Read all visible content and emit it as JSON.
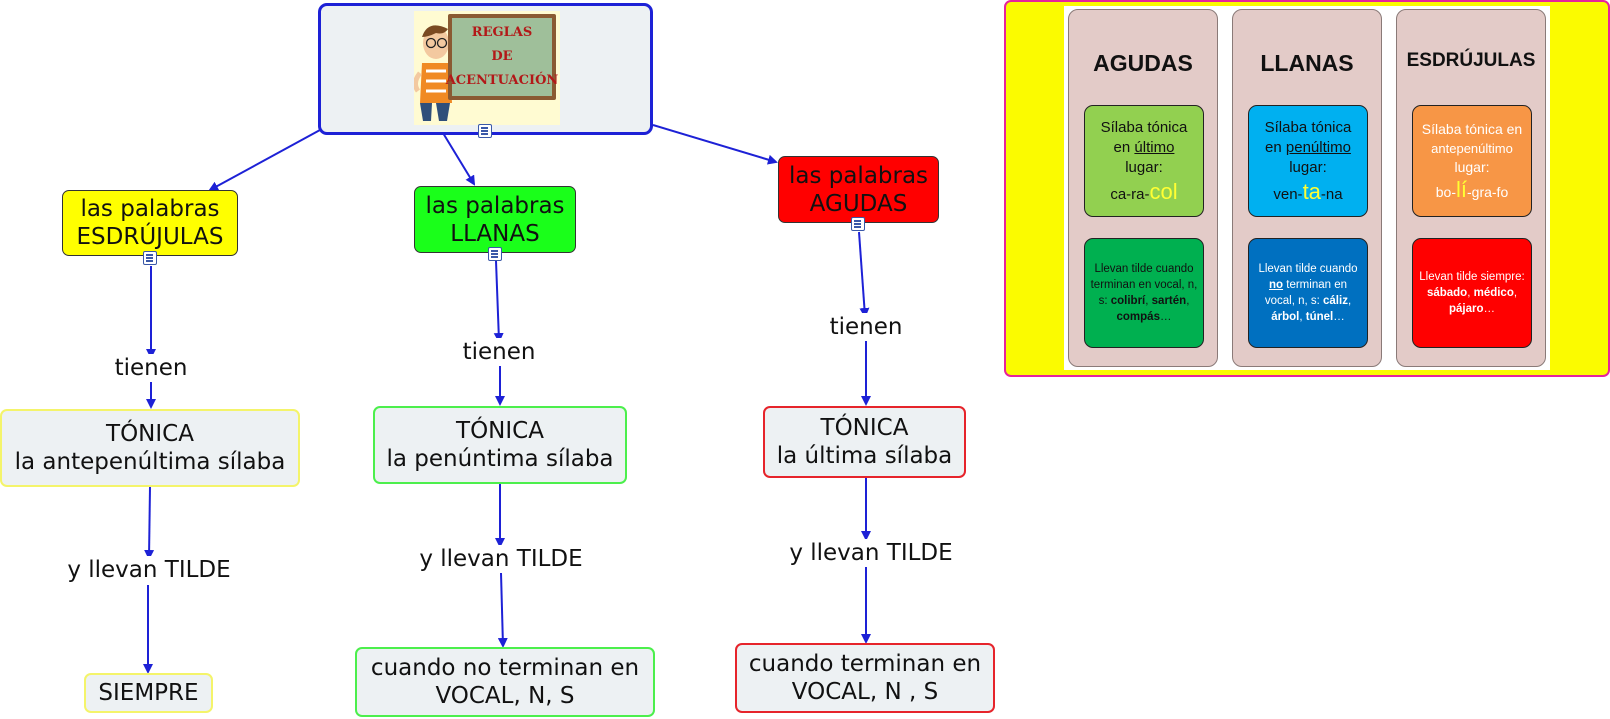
{
  "root": {
    "image_text": [
      "REGLAS",
      "DE",
      "ACENTUACIÓN"
    ]
  },
  "categories": {
    "esdrujulas": "las palabras\nESDRÚJULAS",
    "llanas": "las palabras\nLLANAS",
    "agudas": "las palabras\nAGUDAS"
  },
  "links": {
    "tienen": "tienen",
    "llevan_tilde": "y llevan TILDE"
  },
  "tonica": {
    "esdrujulas": "TÓNICA\nla antepenúltima sílaba",
    "llanas": "TÓNICA\nla penúntima sílaba",
    "agudas": "TÓNICA\nla última sílaba"
  },
  "when": {
    "esdrujulas": "SIEMPRE",
    "llanas": "cuando no terminan en\nVOCAL, N, S",
    "agudas": "cuando terminan en\nVOCAL, N , S"
  },
  "colors": {
    "arrow": "#1d21d6",
    "esdrujulas": "#ffff00",
    "llanas": "#1aff1a",
    "agudas": "#ff0000",
    "panel_border": "#e6239d",
    "panel_bg": "#fbfb00"
  },
  "panel": {
    "columns": [
      {
        "title": "AGUDAS",
        "top_lines": [
          "Sílaba tónica",
          "en ",
          "último",
          " lugar:"
        ],
        "example": [
          "ca-ra-",
          "col",
          ""
        ],
        "bottom_lines": [
          "Llevan tilde cuando terminan en vocal, n, s: ",
          "colibrí",
          ", ",
          "sartén",
          ", ",
          "compás",
          "…"
        ],
        "top_color": "#92d050",
        "bottom_color": "#00b050"
      },
      {
        "title": "LLANAS",
        "top_lines": [
          "Sílaba tónica",
          "en ",
          "penúltimo",
          " lugar:"
        ],
        "example": [
          "ven-",
          "ta",
          "-na"
        ],
        "bottom_lines": [
          "Llevan tilde cuando ",
          "no",
          " terminan en vocal, n, s: ",
          "cáliz",
          ", ",
          "árbol",
          ", ",
          "túnel",
          "…"
        ],
        "top_color": "#00b0f0",
        "bottom_color": "#0070c0"
      },
      {
        "title": "ESDRÚJULAS",
        "top_lines": [
          "Sílaba tónica en",
          "antepenúltimo",
          "lugar:"
        ],
        "example": [
          "bo-",
          "lí",
          "-gra-fo"
        ],
        "bottom_lines": [
          "Llevan tilde siempre: ",
          "sábado",
          ", ",
          "médico",
          ", ",
          "pájaro",
          "…"
        ],
        "top_color": "#f79646",
        "bottom_color": "#ff0000"
      }
    ]
  }
}
